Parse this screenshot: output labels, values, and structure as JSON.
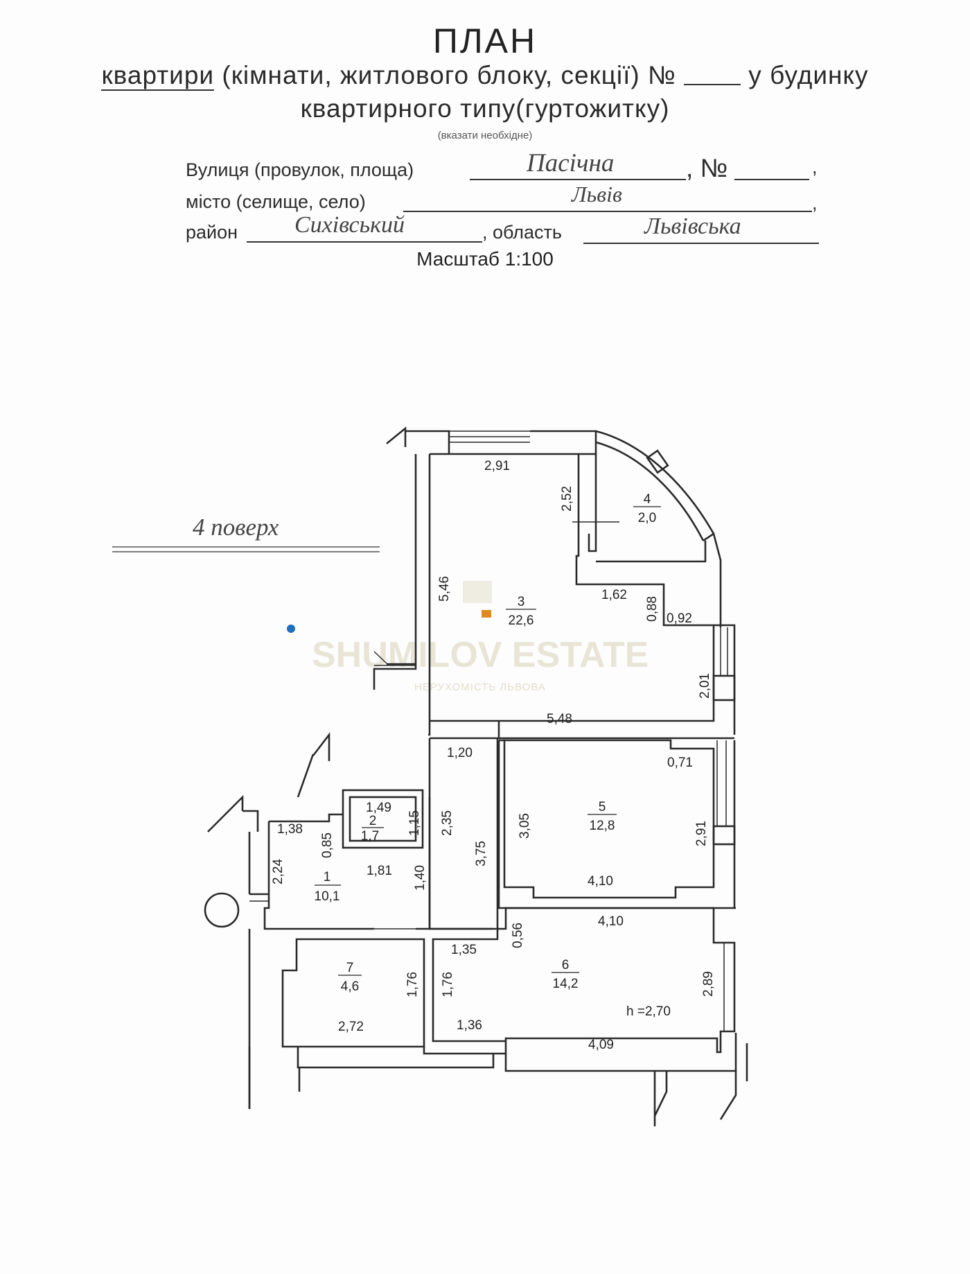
{
  "header": {
    "title": "ПЛАН",
    "line1_a": "квартири",
    "line1_b": " (кімнати, житлового блоку, секції) № ",
    "line1_c": " у будинку",
    "line2": "квартирного типу(гуртожитку)",
    "note": "(вказати необхідне)"
  },
  "fields": {
    "street_label": "Вулиця (провулок, площа)",
    "street_value": "Пасічна",
    "number_label": ", №",
    "city_label": "місто (селище, село)",
    "city_value": "Львів",
    "district_label": "район",
    "district_value": "Сихівський",
    "region_label": ", область",
    "region_value": "Львівська",
    "comma": ","
  },
  "scale": "Масштаб 1:100",
  "floor_label": "4 поверх",
  "rooms": [
    {
      "number": "1",
      "area": "10,1"
    },
    {
      "number": "2",
      "area": "1,7"
    },
    {
      "number": "3",
      "area": "22,6"
    },
    {
      "number": "4",
      "area": "2,0"
    },
    {
      "number": "5",
      "area": "12,8"
    },
    {
      "number": "6",
      "area": "14,2"
    },
    {
      "number": "7",
      "area": "4,6"
    }
  ],
  "dimensions": {
    "d_2_91_top": "2,91",
    "d_2_52": "2,52",
    "d_5_46": "5,46",
    "d_1_62": "1,62",
    "d_0_88": "0,88",
    "d_0_92": "0,92",
    "d_2_01": "2,01",
    "d_5_48": "5,48",
    "d_1_20": "1,20",
    "d_0_71": "0,71",
    "d_1_49": "1,49",
    "d_1_15": "1,15",
    "d_2_35": "2,35",
    "d_3_05": "3,05",
    "d_2_91_right": "2,91",
    "d_1_38": "1,38",
    "d_0_85": "0,85",
    "d_3_75": "3,75",
    "d_2_24": "2,24",
    "d_1_81": "1,81",
    "d_1_40": "1,40",
    "d_4_10_a": "4,10",
    "d_4_10_b": "4,10",
    "d_0_56": "0,56",
    "d_1_35": "1,35",
    "d_1_76_a": "1,76",
    "d_1_76_b": "1,76",
    "d_2_89": "2,89",
    "d_2_72": "2,72",
    "d_1_36": "1,36",
    "d_4_09": "4,09",
    "height": "h =2,70"
  },
  "watermark": {
    "brand": "SHUMILOV ESTATE",
    "tagline": "НЕРУХОМІСТЬ ЛЬВОВА",
    "brand_color": "#e9e5d6",
    "accent_color": "#e08a1e"
  },
  "marker_color": "#1f6fbf"
}
